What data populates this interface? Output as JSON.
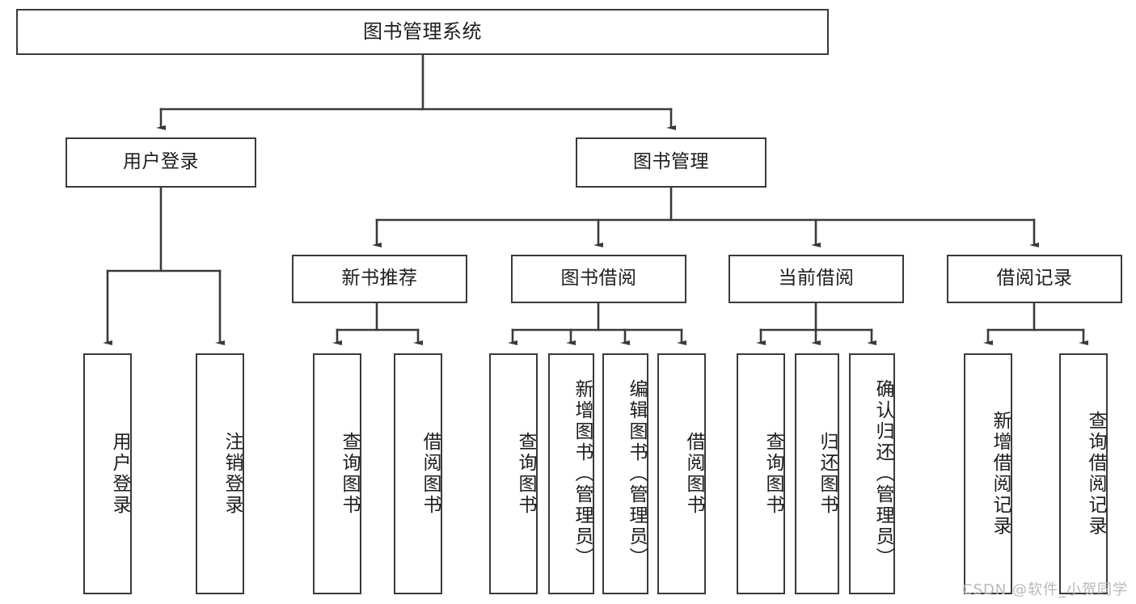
{
  "diagram": {
    "title": "图书管理系统",
    "type": "tree",
    "orientation": "top-down",
    "colors": {
      "box_border": "#3a3a3a",
      "box_fill": "#ffffff",
      "connector": "#3a3a3a",
      "text": "#1d1d1d",
      "watermark": "#b9b9b9",
      "background": "#ffffff"
    }
  },
  "root": {
    "label": "图书管理系统"
  },
  "level2": [
    {
      "id": "user-login",
      "label": "用户登录"
    },
    {
      "id": "book-manage",
      "label": "图书管理"
    }
  ],
  "level3": [
    {
      "id": "new-book-recommend",
      "label": "新书推荐"
    },
    {
      "id": "book-borrow",
      "label": "图书借阅"
    },
    {
      "id": "current-borrow",
      "label": "当前借阅"
    },
    {
      "id": "borrow-record",
      "label": "借阅记录"
    }
  ],
  "leaves": {
    "user_login": [
      {
        "id": "leaf-user-login",
        "label": "用户登录"
      },
      {
        "id": "leaf-logout-login",
        "label": "注销登录"
      }
    ],
    "new_book_recommend": [
      {
        "id": "leaf-query-book-1",
        "label": "查询图书"
      },
      {
        "id": "leaf-borrow-book-1",
        "label": "借阅图书"
      }
    ],
    "book_borrow": [
      {
        "id": "leaf-query-book-2",
        "label": "查询图书"
      },
      {
        "id": "leaf-add-book",
        "label": "新增图书（管理员）"
      },
      {
        "id": "leaf-edit-book",
        "label": "编辑图书（管理员）"
      },
      {
        "id": "leaf-borrow-book-2",
        "label": "借阅图书"
      }
    ],
    "current_borrow": [
      {
        "id": "leaf-query-book-3",
        "label": "查询图书"
      },
      {
        "id": "leaf-return-book",
        "label": "归还图书"
      },
      {
        "id": "leaf-confirm-return",
        "label": "确认归还（管理员）"
      }
    ],
    "borrow_record": [
      {
        "id": "leaf-add-record",
        "label": "新增借阅记录"
      },
      {
        "id": "leaf-query-record",
        "label": "查询借阅记录"
      }
    ]
  },
  "watermark": {
    "text": "CSDN @软件_小贺同学"
  }
}
